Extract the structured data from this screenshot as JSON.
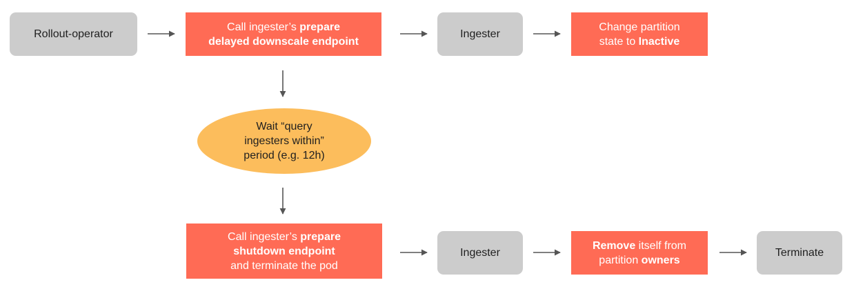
{
  "colors": {
    "gray_node": "#cccccc",
    "coral_node": "#ff6b55",
    "ellipse_node": "#fcbd5c",
    "arrow": "#555555"
  },
  "nodes": {
    "rollout_operator": {
      "text": "Rollout-operator"
    },
    "prepare_delayed": {
      "line1_plain": "Call ingester’s ",
      "line1_bold": "prepare",
      "line2_bold": "delayed downscale endpoint"
    },
    "ingester_top": {
      "text": "Ingester"
    },
    "change_partition": {
      "line1_plain": "Change partition",
      "line2_plain": "state to ",
      "line2_bold": "Inactive"
    },
    "wait_period": {
      "line1": "Wait “query",
      "line2": "ingesters within”",
      "line3": "period (e.g. 12h)"
    },
    "prepare_shutdown": {
      "line1_plain": "Call ingester’s ",
      "line1_bold": "prepare",
      "line2_bold": "shutdown endpoint",
      "line3_plain": "and terminate the pod"
    },
    "ingester_bottom": {
      "text": "Ingester"
    },
    "remove_owner": {
      "line1_bold": "Remove",
      "line1_plain": " itself from",
      "line2_plain": "partition ",
      "line2_bold": "owners"
    },
    "terminate": {
      "text": "Terminate"
    }
  }
}
